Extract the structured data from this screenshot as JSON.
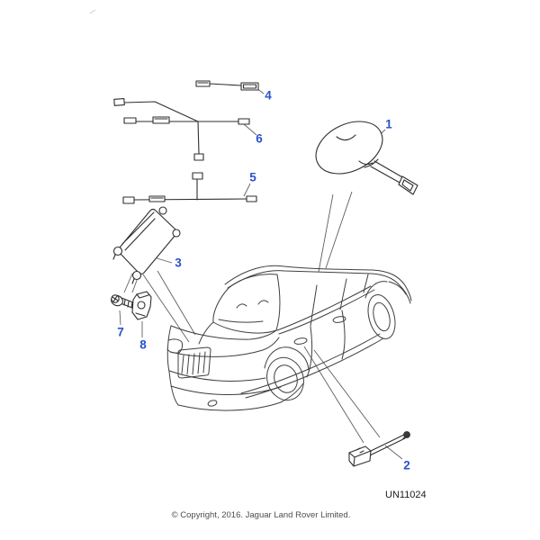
{
  "page": {
    "figure_code": "UN11024",
    "copyright": "© Copyright, 2016. Jaguar Land Rover Limited."
  },
  "colors": {
    "callout_accent": "#2952cc",
    "line_art": "#3f3f3f"
  },
  "callouts": {
    "c1": "1",
    "c2": "2",
    "c3": "3",
    "c4": "4",
    "c5": "5",
    "c6": "6",
    "c7": "7",
    "c8": "8"
  }
}
